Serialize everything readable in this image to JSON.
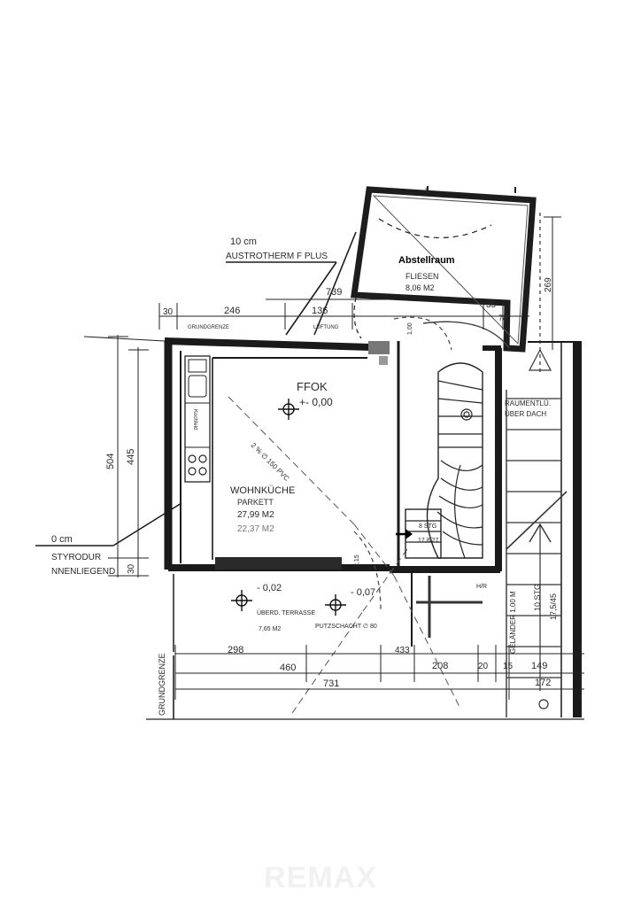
{
  "rooms": {
    "storage": {
      "name": "Abstellraum",
      "floor": "FLIESEN",
      "area": "8,06 M2"
    },
    "kitchen": {
      "name": "WOHNKÜCHE",
      "floor": "PARKETT",
      "area": "27,99 M2",
      "area2": "22,37 M2"
    },
    "terrace": {
      "name": "ÜBERD. TERRASSE",
      "area": "7,65 M2",
      "drain": "PUTZSCHACHT ∅ 80"
    },
    "roof_space": {
      "line1": "RAUMENTLÜ.",
      "line2": "ÜBER DACH"
    }
  },
  "levels": {
    "ffok": "FFOK",
    "ffok_value": "+- 0,00",
    "terrace_value": "- 0,02",
    "drain_value": "- 0,07"
  },
  "insulation": {
    "top_thickness": "10 cm",
    "top_material": "AUSTROTHERM  F PLUS",
    "left_thickness": "0 cm",
    "left_material": "STYRODUR",
    "left_note": "NNENLIEGEND"
  },
  "labels": {
    "cooktop": "Kochfeld",
    "slope": "2 %  ∅ 150 PVC",
    "stair_small": "8 STG",
    "stair_small_ratio": "17,8/27",
    "stair_main": "10 STG",
    "stair_main_ratio": "17,5/45",
    "railing": "GELÄNDER 1,00 M",
    "boundary_top": "GRUNDGRENZE",
    "boundary_left": "GRUNDGRENZE",
    "ventilation": "LÜFTUNG",
    "ii_mark": "II",
    "door_dim": "1,00",
    "beam_dim": "2,15",
    "hr_mark": "H/R"
  },
  "dimensions": {
    "d739": "739",
    "d30_top": "30",
    "d246": "246",
    "d136": "136",
    "d35": "35",
    "d78": "78",
    "d269": "269",
    "d504": "504",
    "d445": "445",
    "d30_left": "30",
    "d298": "298",
    "d460": "460",
    "d433": "433",
    "d208": "208",
    "d20": "20",
    "d15": "15",
    "d149": "149",
    "d731": "731",
    "d172": "172"
  },
  "watermark": "REMAX"
}
